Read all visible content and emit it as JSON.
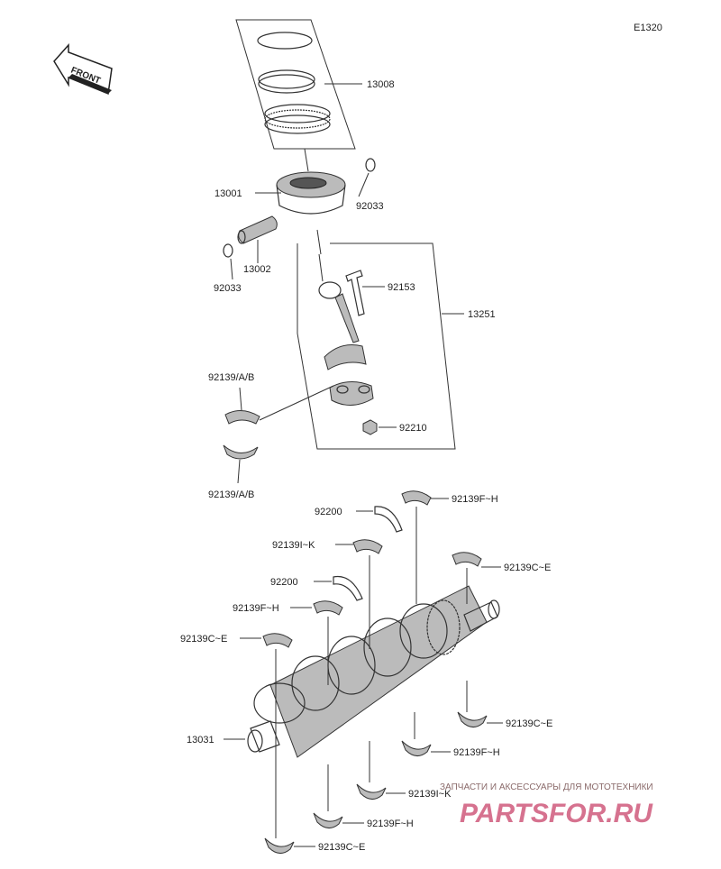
{
  "diagram_code": "E1320",
  "front_label": "FRONT",
  "parts": {
    "ring_set": "13008",
    "piston": "13001",
    "circlip_right": "92033",
    "piston_pin": "13002",
    "circlip_left": "92033",
    "conrod_bolt": "92153",
    "conrod_assy": "13251",
    "conrod_bearing_upper": "92139/A/B",
    "conrod_bearing_lower": "92139/A/B",
    "conrod_nut": "92210",
    "thrust_washer_upper": "92200",
    "thrust_washer_lower": "92200",
    "crankshaft": "13031",
    "bearing_fh_top": "92139F~H",
    "bearing_ik_top": "92139I~K",
    "bearing_ce_right_top": "92139C~E",
    "bearing_fh_mid": "92139F~H",
    "bearing_ce_left_top": "92139C~E",
    "bearing_ce_right_bottom": "92139C~E",
    "bearing_fh_right_bottom": "92139F~H",
    "bearing_ik_bottom": "92139I~K",
    "bearing_fh_bottom": "92139F~H",
    "bearing_ce_bottom": "92139C~E"
  },
  "watermark": {
    "tagline": "ЗАПЧАСТИ И АКСЕССУАРЫ ДЛЯ МОТОТЕХНИКИ",
    "brand": "PARTSFOR.RU"
  }
}
